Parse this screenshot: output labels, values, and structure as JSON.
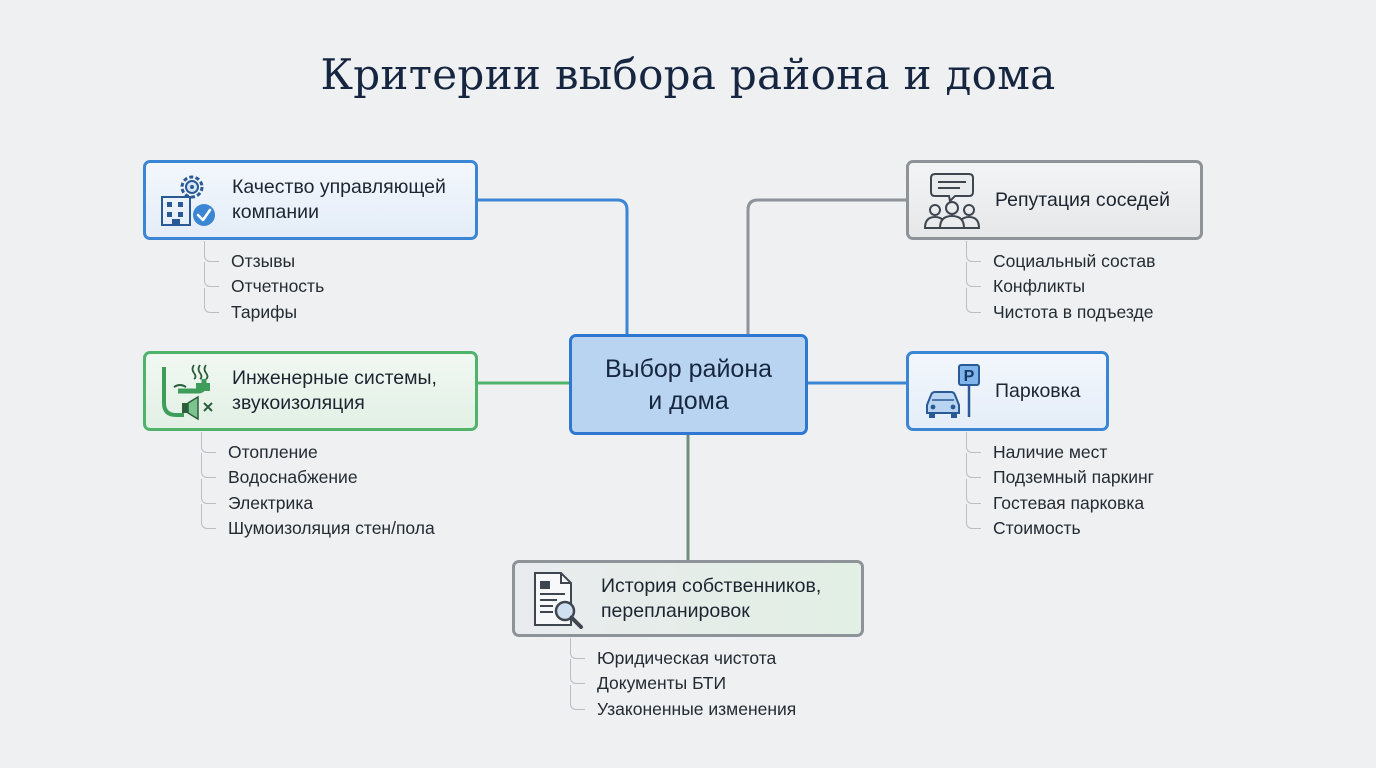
{
  "title": "Критерии выбора района и дома",
  "colors": {
    "blue": "#3a86d4",
    "gray": "#8e9399",
    "green": "#4fb36b",
    "center_fill": "#b9d4f1",
    "history_link": "#6f8f7c"
  },
  "center": {
    "line1": "Выбор района",
    "line2": "и дома"
  },
  "nodes": {
    "management": {
      "line1": "Качество управляющей",
      "line2": "компании",
      "icon": "building-gear-check-icon",
      "items": [
        "Отзывы",
        "Отчетность",
        "Тарифы"
      ]
    },
    "engineering": {
      "line1": "Инженерные системы,",
      "line2": "звукоизоляция",
      "icon": "pipes-speaker-mute-icon",
      "items": [
        "Отопление",
        "Водоснабжение",
        "Электрика",
        "Шумоизоляция стен/пола"
      ]
    },
    "neighbors": {
      "line1": "Репутация соседей",
      "icon": "people-speech-bubble-icon",
      "items": [
        "Социальный состав",
        "Конфликты",
        "Чистота в подъезде"
      ]
    },
    "parking": {
      "line1": "Парковка",
      "icon": "car-parking-sign-icon",
      "sign": "P",
      "items": [
        "Наличие мест",
        "Подземный паркинг",
        "Гостевая парковка",
        "Стоимость"
      ]
    },
    "history": {
      "line1": "История собственников,",
      "line2": "перепланировок",
      "icon": "document-magnifier-icon",
      "items": [
        "Юридическая чистота",
        "Документы БТИ",
        "Узаконенные изменения"
      ]
    }
  }
}
